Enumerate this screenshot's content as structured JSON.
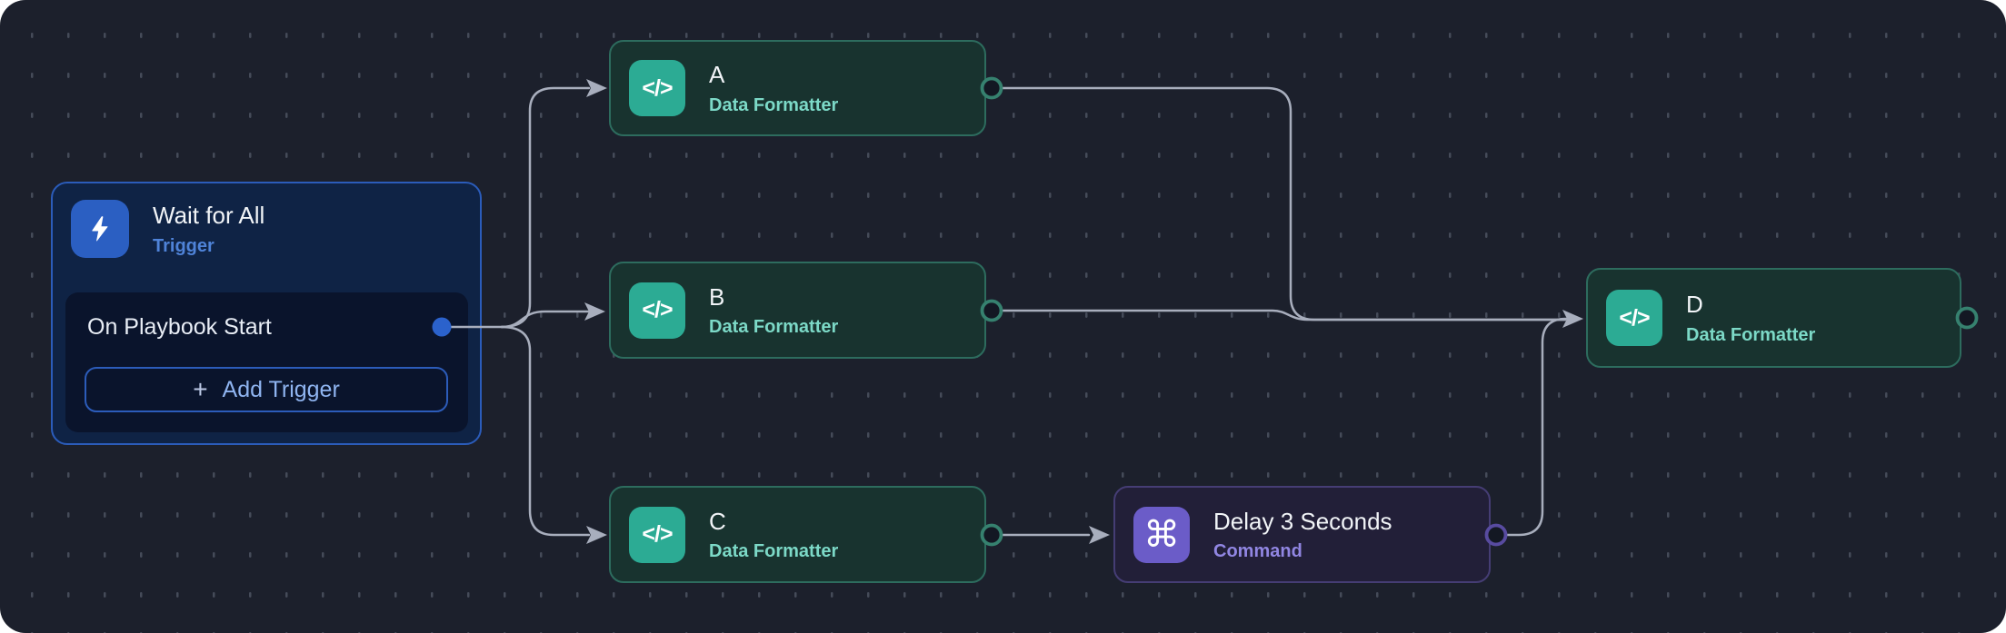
{
  "canvas": {
    "background": "#1c202c",
    "dot_color": "#454b59",
    "wire_color": "#a8aebd"
  },
  "colors": {
    "trigger_accent": "#2b5fc2",
    "formatter_accent": "#2cab94",
    "command_accent": "#6b5cc8",
    "green_port_ring": "#36816f",
    "purple_port_ring": "#584ba0"
  },
  "nodes": {
    "trigger": {
      "title": "Wait for All",
      "type_label": "Trigger",
      "icon": "lightning-icon"
    },
    "a": {
      "title": "A",
      "type_label": "Data Formatter",
      "icon": "code-icon",
      "icon_glyph": "</>"
    },
    "b": {
      "title": "B",
      "type_label": "Data Formatter",
      "icon": "code-icon",
      "icon_glyph": "</>"
    },
    "c": {
      "title": "C",
      "type_label": "Data Formatter",
      "icon": "code-icon",
      "icon_glyph": "</>"
    },
    "delay": {
      "title": "Delay 3 Seconds",
      "type_label": "Command",
      "icon": "command-icon",
      "icon_glyph": "⌘"
    },
    "d": {
      "title": "D",
      "type_label": "Data Formatter",
      "icon": "code-icon",
      "icon_glyph": "</>"
    }
  },
  "trigger_panel": {
    "row_label": "On Playbook Start",
    "plus_glyph": "+",
    "add_trigger_label": "Add Trigger"
  }
}
